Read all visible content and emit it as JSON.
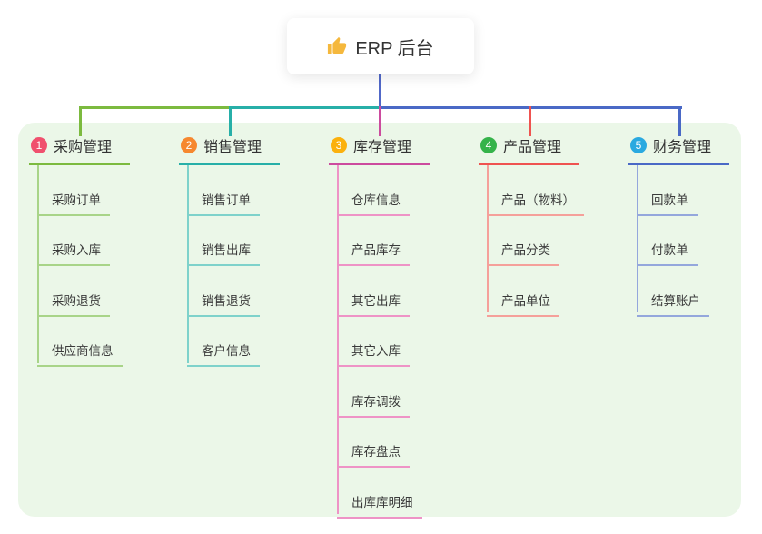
{
  "root": {
    "label": "ERP 后台",
    "icon": "thumbs-up-icon"
  },
  "colors": {
    "panel_bg": "#EBF7E8",
    "root_connector": "#5168C8",
    "thumb_icon": "#F5B83D",
    "text_dark": "#333333"
  },
  "branches": [
    {
      "badge": "1",
      "title": "采购管理",
      "badge_color": "#F0506E",
      "line_color": "#7CBA3F",
      "child_line_color": "#A8D488",
      "children": [
        "采购订单",
        "采购入库",
        "采购退货",
        "供应商信息"
      ]
    },
    {
      "badge": "2",
      "title": "销售管理",
      "badge_color": "#F6882F",
      "line_color": "#27AFA8",
      "child_line_color": "#7ED2CB",
      "children": [
        "销售订单",
        "销售出库",
        "销售退货",
        "客户信息"
      ]
    },
    {
      "badge": "3",
      "title": "库存管理",
      "badge_color": "#FBB10D",
      "line_color": "#CC4B9E",
      "child_line_color": "#EE93C6",
      "children": [
        "仓库信息",
        "产品库存",
        "其它出库",
        "其它入库",
        "库存调拨",
        "库存盘点",
        "出库库明细"
      ]
    },
    {
      "badge": "4",
      "title": "产品管理",
      "badge_color": "#35B34A",
      "line_color": "#EF5350",
      "child_line_color": "#F5A09A",
      "children": [
        "产品（物料）",
        "产品分类",
        "产品单位"
      ]
    },
    {
      "badge": "5",
      "title": "财务管理",
      "badge_color": "#2AA9E0",
      "line_color": "#4A69C6",
      "child_line_color": "#94A7DC",
      "children": [
        "回款单",
        "付款单",
        "结算账户"
      ]
    }
  ]
}
